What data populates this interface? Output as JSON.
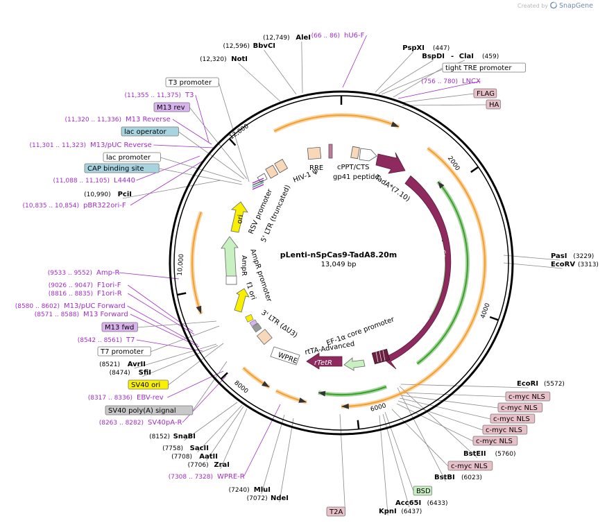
{
  "credit": {
    "created_by": "Created by",
    "brand": "SnapGene"
  },
  "plasmid": {
    "name": "pLenti-nSpCas9-TadA8.20m",
    "length": "13,049 bp"
  },
  "ticks": [
    "2000",
    "4000",
    "6000",
    "8000",
    "10,000",
    "12,000"
  ],
  "enzymes": [
    {
      "name": "AleI",
      "pos": "(12,749)"
    },
    {
      "name": "BbvCI",
      "pos": "(12,596)"
    },
    {
      "name": "NotI",
      "pos": "(12,320)"
    },
    {
      "name": "PspXI",
      "pos": "(447)"
    },
    {
      "name": "BspDI",
      "pos": ""
    },
    {
      "name": "ClaI",
      "pos": "(459)"
    },
    {
      "name": "PciI",
      "pos": "(10,990)"
    },
    {
      "name": "PasI",
      "pos": "(3229)"
    },
    {
      "name": "EcoRV",
      "pos": "(3313)"
    },
    {
      "name": "AvrII",
      "pos": "(8521)"
    },
    {
      "name": "SfiI",
      "pos": "(8474)"
    },
    {
      "name": "SnaBI",
      "pos": "(8152)"
    },
    {
      "name": "SacII",
      "pos": "(7758)"
    },
    {
      "name": "AatII",
      "pos": "(7708)"
    },
    {
      "name": "ZraI",
      "pos": "(7706)"
    },
    {
      "name": "MluI",
      "pos": "(7240)"
    },
    {
      "name": "NdeI",
      "pos": "(7072)"
    },
    {
      "name": "EcoRI",
      "pos": "(5572)"
    },
    {
      "name": "BstEII",
      "pos": "(5760)"
    },
    {
      "name": "BstBI",
      "pos": "(6023)"
    },
    {
      "name": "Acc65I",
      "pos": "(6433)"
    },
    {
      "name": "KpnI",
      "pos": "(6437)"
    }
  ],
  "primers": [
    {
      "name": "hU6-F",
      "pos": "(66 .. 86)"
    },
    {
      "name": "LNCX",
      "pos": "(756 .. 780)"
    },
    {
      "name": "T3",
      "pos": "(11,355 .. 11,375)"
    },
    {
      "name": "M13 Reverse",
      "pos": "(11,320 .. 11,336)"
    },
    {
      "name": "M13/pUC Reverse",
      "pos": "(11,301 .. 11,323)"
    },
    {
      "name": "L4440",
      "pos": "(11,088 .. 11,105)"
    },
    {
      "name": "pBR322ori-F",
      "pos": "(10,835 .. 10,854)"
    },
    {
      "name": "Amp-R",
      "pos": "(9533 .. 9552)"
    },
    {
      "name": "F1ori-F",
      "pos": "(9026 .. 9047)"
    },
    {
      "name": "F1ori-R",
      "pos": "(8816 .. 8835)"
    },
    {
      "name": "M13/pUC Forward",
      "pos": "(8580 .. 8602)"
    },
    {
      "name": "M13 Forward",
      "pos": "(8571 .. 8588)"
    },
    {
      "name": "T7",
      "pos": "(8542 .. 8561)"
    },
    {
      "name": "EBV-rev",
      "pos": "(8317 .. 8336)"
    },
    {
      "name": "SV40pA-R",
      "pos": "(8263 .. 8282)"
    },
    {
      "name": "WPRE-R",
      "pos": "(7308 .. 7328)"
    }
  ],
  "boxes": [
    {
      "text": "tight TRE promoter",
      "fill": "#ffffff"
    },
    {
      "text": "FLAG",
      "fill": "#e8c0c8"
    },
    {
      "text": "HA",
      "fill": "#e8c0c8"
    },
    {
      "text": "T3 promoter",
      "fill": "#ffffff"
    },
    {
      "text": "M13 rev",
      "fill": "#d9b3ee"
    },
    {
      "text": "lac operator",
      "fill": "#a8d4e0"
    },
    {
      "text": "lac promoter",
      "fill": "#ffffff"
    },
    {
      "text": "CAP binding site",
      "fill": "#a8d4e0"
    },
    {
      "text": "M13 fwd",
      "fill": "#d9b3ee"
    },
    {
      "text": "T7 promoter",
      "fill": "#ffffff"
    },
    {
      "text": "SV40 ori",
      "fill": "#f8f000"
    },
    {
      "text": "SV40 poly(A) signal",
      "fill": "#c8c8c8"
    },
    {
      "text": "c-myc NLS",
      "fill": "#e8c0c8"
    },
    {
      "text": "c-myc NLS",
      "fill": "#e8c0c8"
    },
    {
      "text": "c-myc NLS",
      "fill": "#e8c0c8"
    },
    {
      "text": "c-myc NLS",
      "fill": "#e8c0c8"
    },
    {
      "text": "c-myc NLS",
      "fill": "#e8c0c8"
    },
    {
      "text": "c-myc NLS",
      "fill": "#e8c0c8"
    },
    {
      "text": "BSD",
      "fill": "#c8f0c0"
    },
    {
      "text": "T2A",
      "fill": "#e8c0c8"
    }
  ],
  "features": {
    "rre": "RRE",
    "hiv": "HIV-1 Ψ",
    "cppt": "cPPT/CTS",
    "gp41": "gp41 peptide",
    "tada": "TadA*(7.10)",
    "cas9": "Cas9",
    "rsv": "RSV promoter",
    "ltr5": "5' LTR (truncated)",
    "ori": "ori",
    "ampr": "AmpR",
    "ampr_promoter": "AmpR promoter",
    "f1ori": "f1 ori",
    "ltr3": "3' LTR (ΔU3)",
    "wpre": "WPRE",
    "rtetr": "rTetR",
    "rtta": "rtTA-Advanced",
    "ef1a": "EF-1α core promoter"
  },
  "colors": {
    "cas9": "#8e2a5e",
    "orange_track": "#f0a030",
    "green_track": "#3aa028",
    "ori": "#f8f000",
    "ampr": "#c8f0c0",
    "ltr": "#f8d8b8",
    "primer": "#a02cc8",
    "leader": "#888888"
  }
}
